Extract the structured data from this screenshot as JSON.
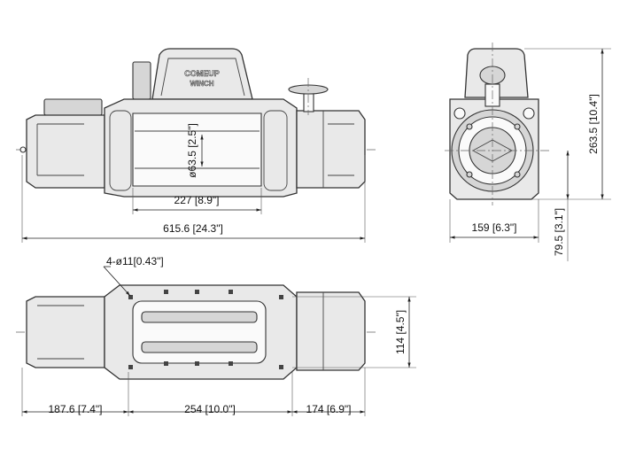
{
  "title": "Winch dimension drawing",
  "logo_text": [
    "COMEUP",
    "WINCH"
  ],
  "dimensions": {
    "drum_diameter": "ø63.5 [2.5\"]",
    "drum_length": "227 [8.9\"]",
    "overall_length": "615.6 [24.3\"]",
    "overall_width": "159 [6.3\"]",
    "overall_height": "263.5 [10.4\"]",
    "center_height": "79.5 [3.1\"]",
    "mounting_holes": "4-ø11[0.43\"]",
    "mount_depth": "114 [4.5\"]",
    "left_offset": "187.6 [7.4\"]",
    "mount_spacing": "254 [10.0\"]",
    "right_offset": "174 [6.9\"]"
  }
}
